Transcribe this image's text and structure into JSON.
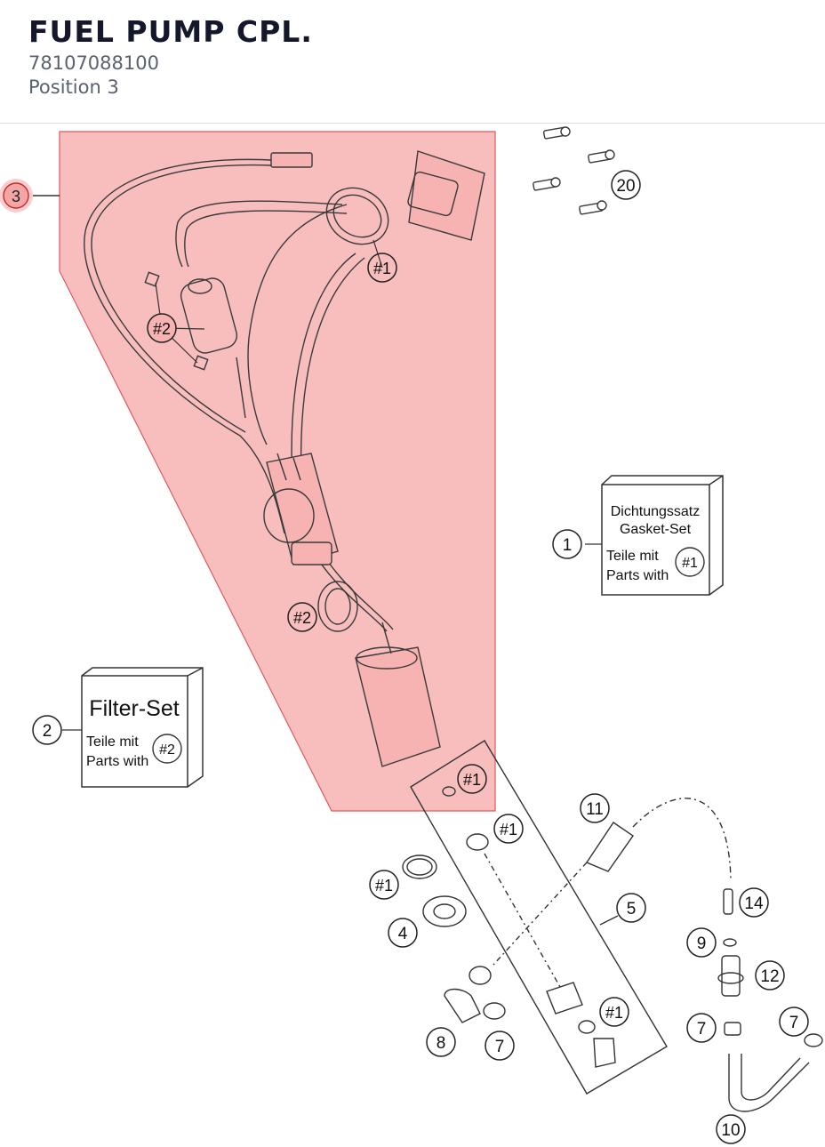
{
  "header": {
    "title": "FUEL PUMP CPL.",
    "part_number": "78107088100",
    "position": "Position 3"
  },
  "highlight": {
    "callout": "3",
    "color": "#f4a6a6"
  },
  "callouts": {
    "c20": "20",
    "h1a": "#1",
    "h2a": "#2",
    "h2b": "#2",
    "h1b": "#1",
    "h1c": "#1",
    "h1d": "#1",
    "c4": "4",
    "c11": "11",
    "c5": "5",
    "c14": "14",
    "c9": "9",
    "c12": "12",
    "c7a": "7",
    "c7b": "7",
    "c7c": "7",
    "c8": "8",
    "h1e": "#1",
    "c10": "10",
    "c1": "1",
    "c2": "2"
  },
  "gasket_box": {
    "line1": "Dichtungssatz",
    "line2": "Gasket-Set",
    "line3": "Teile mit",
    "line4": "Parts with",
    "ref": "#1"
  },
  "filter_box": {
    "line1": "Filter-Set",
    "line2": "Teile mit",
    "line3": "Parts with",
    "ref": "#2"
  }
}
